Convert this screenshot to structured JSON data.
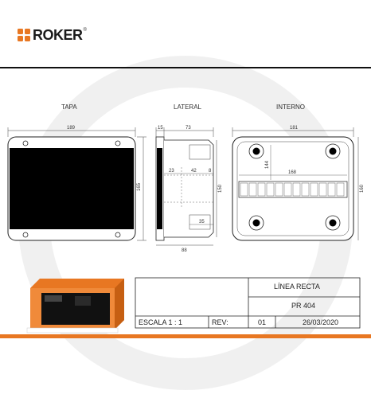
{
  "brand": {
    "name": "ROKER",
    "registered": "®",
    "colors": {
      "accent": "#e87722",
      "dark": "#111111"
    }
  },
  "views": {
    "tapa": {
      "title": "TAPA",
      "width": "189",
      "height": "165"
    },
    "lateral": {
      "title": "LATERAL",
      "top_a": "15",
      "top_b": "73",
      "d1": "23",
      "d2": "42",
      "d3": "8",
      "height": "150",
      "bottom_a": "35",
      "bottom_b": "88"
    },
    "interno": {
      "title": "INTERNO",
      "width": "181",
      "rail": "168",
      "vertical": "144",
      "height": "160"
    }
  },
  "title_block": {
    "line": "LÍNEA RECTA",
    "model": "PR 404",
    "scale": "ESCALA 1 : 1",
    "rev_label": "REV:",
    "rev_value": "01",
    "date": "26/03/2020"
  }
}
